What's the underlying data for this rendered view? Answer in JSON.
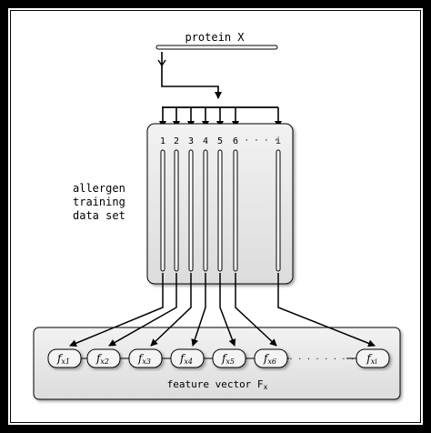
{
  "diagram": {
    "protein_label": "protein X",
    "dataset_label": [
      "allergen",
      "training",
      "data set"
    ],
    "column_labels": [
      "1",
      "2",
      "3",
      "4",
      "5",
      "6",
      "i"
    ],
    "column_ellipsis": "· · · · ·",
    "feature_nodes": [
      {
        "main": "f",
        "sub": "x1"
      },
      {
        "main": "f",
        "sub": "x2"
      },
      {
        "main": "f",
        "sub": "x3"
      },
      {
        "main": "f",
        "sub": "x4"
      },
      {
        "main": "f",
        "sub": "x5"
      },
      {
        "main": "f",
        "sub": "x6"
      },
      {
        "main": "f",
        "sub": "xi"
      }
    ],
    "feature_ellipsis": "· · · · · · · · ·",
    "feature_vector_label": "feature vector F",
    "feature_vector_sub": "x",
    "colors": {
      "frame": "#000000",
      "box_fill": "#e8e8e8",
      "line": "#000000"
    }
  }
}
